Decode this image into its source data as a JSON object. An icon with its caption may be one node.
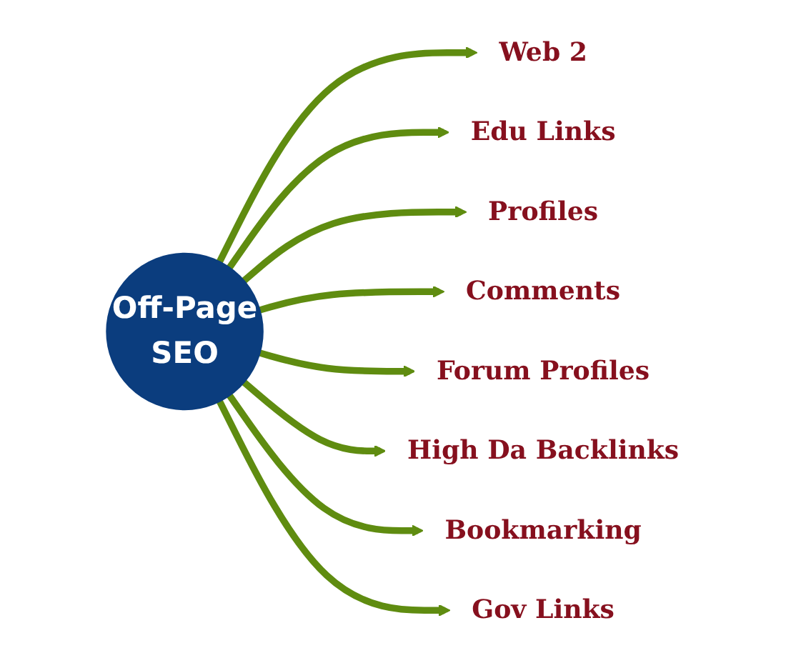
{
  "diagram": {
    "nodes": [
      {
        "text": [
          "Off-Page",
          "SEO"
        ]
      },
      {
        "text": [
          "Web 2"
        ]
      },
      {
        "text": [
          "Edu Links"
        ]
      },
      {
        "text": [
          "Profiles"
        ]
      },
      {
        "text": [
          "Comments"
        ]
      },
      {
        "text": [
          "Forum Profiles"
        ]
      },
      {
        "text": [
          "High Da Backlinks"
        ]
      },
      {
        "text": [
          "Bookmarking"
        ]
      },
      {
        "text": [
          "Gov Links"
        ]
      }
    ],
    "edges": [
      {
        "from": 0,
        "to": 1,
        "arrow": "to"
      },
      {
        "from": 0,
        "to": 2,
        "arrow": "to"
      },
      {
        "from": 0,
        "to": 3,
        "arrow": "to"
      },
      {
        "from": 0,
        "to": 4,
        "arrow": "to"
      },
      {
        "from": 0,
        "to": 5,
        "arrow": "to"
      },
      {
        "from": 0,
        "to": 6,
        "arrow": "to"
      },
      {
        "from": 0,
        "to": 7,
        "arrow": "to"
      },
      {
        "from": 0,
        "to": 8,
        "arrow": "to"
      }
    ]
  }
}
